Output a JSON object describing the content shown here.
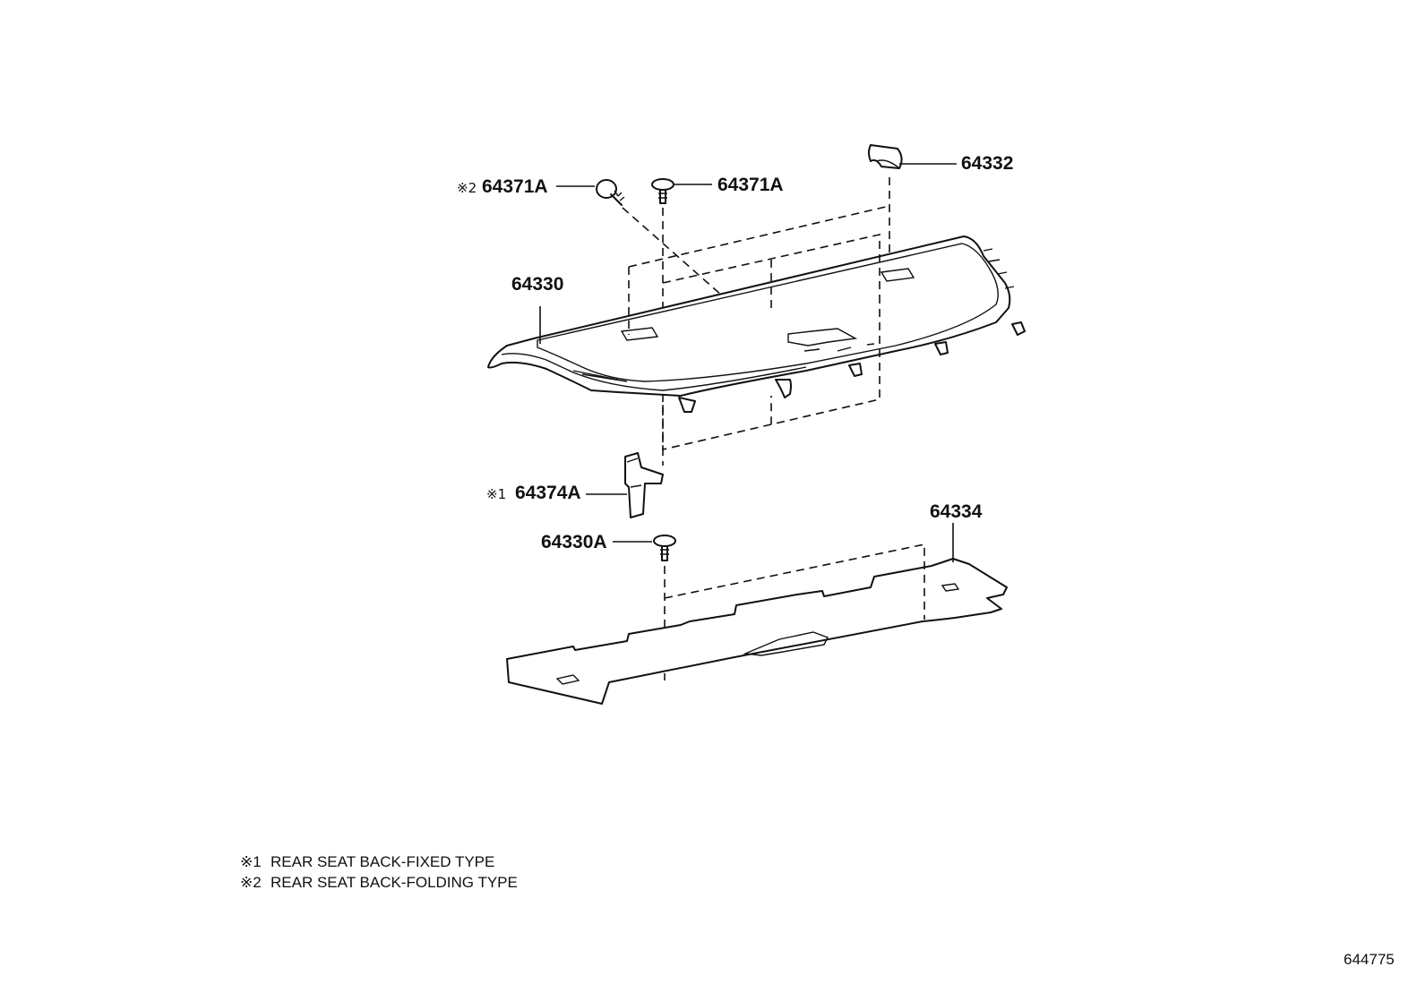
{
  "callouts": {
    "clip_folding": {
      "marker": "※2",
      "part_no": "64371A"
    },
    "clip_top": {
      "part_no": "64371A"
    },
    "cap": {
      "part_no": "64332"
    },
    "panel": {
      "part_no": "64330"
    },
    "bracket": {
      "marker": "※1",
      "part_no": "64374A"
    },
    "clip_lower": {
      "part_no": "64330A"
    },
    "mat": {
      "part_no": "64334"
    }
  },
  "notes": [
    {
      "marker": "※1",
      "text": "REAR SEAT BACK-FIXED TYPE"
    },
    {
      "marker": "※2",
      "text": "REAR SEAT BACK-FOLDING TYPE"
    }
  ],
  "illustration_no": "644775"
}
